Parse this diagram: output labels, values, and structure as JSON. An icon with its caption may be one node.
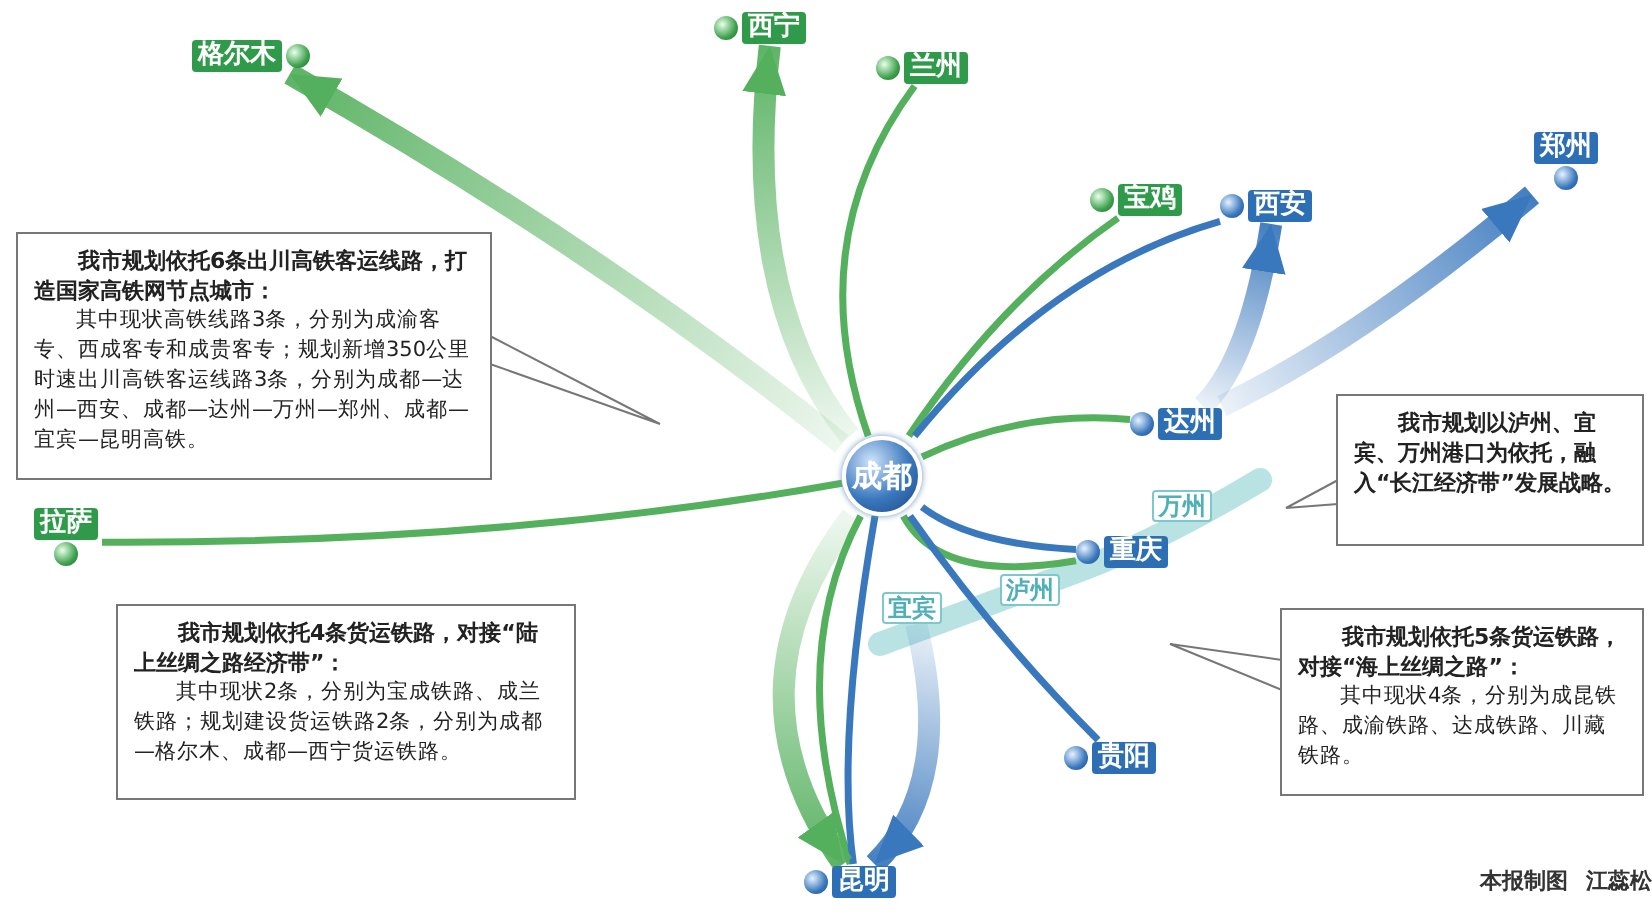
{
  "diagram": {
    "nodes": [
      {
        "text": [
          "成都"
        ]
      },
      {
        "text": [
          "格尔木"
        ]
      },
      {
        "text": [
          "西宁"
        ]
      },
      {
        "text": [
          "兰州"
        ]
      },
      {
        "text": [
          "宝鸡"
        ]
      },
      {
        "text": [
          "西安"
        ]
      },
      {
        "text": [
          "郑州"
        ]
      },
      {
        "text": [
          "达州"
        ]
      },
      {
        "text": [
          "万州"
        ]
      },
      {
        "text": [
          "重庆"
        ]
      },
      {
        "text": [
          "泸州"
        ]
      },
      {
        "text": [
          "宜宾"
        ]
      },
      {
        "text": [
          "拉萨"
        ]
      },
      {
        "text": [
          "贵阳"
        ]
      },
      {
        "text": [
          "昆明"
        ]
      },
      {
        "text": [
          "我市规划依托6条出川高铁客运线路，打造国家高铁网节点城市：",
          "其中现状高铁线路3条，分别为成渝客专、西成客专和成贵客专；规划新增350公里时速出川高铁客运线路3条，分别为成都—达州—西安、成都—达州—万州—郑州、成都—宜宾—昆明高铁。"
        ]
      },
      {
        "text": [
          "我市规划依托4条货运铁路，对接“陆上丝绸之路经济带”：",
          "其中现状2条，分别为宝成铁路、成兰铁路；规划建设货运铁路2条，分别为成都—格尔木、成都—西宁货运铁路。"
        ]
      },
      {
        "text": [
          "我市规划以泸州、宜宾、万州港口为依托，融入“长江经济带”发展战略。"
        ]
      },
      {
        "text": [
          "我市规划依托5条货运铁路，对接“海上丝绸之路”：",
          "其中现状4条，分别为成昆铁路、成渝铁路、达成铁路、川藏铁路。"
        ]
      }
    ],
    "edges": [
      {
        "from": 0,
        "to": 1,
        "arrow": "to",
        "style": "thick"
      },
      {
        "from": 0,
        "to": 2,
        "arrow": "to",
        "style": "thick"
      },
      {
        "from": 0,
        "to": 3,
        "arrow": "none"
      },
      {
        "from": 0,
        "to": 4,
        "arrow": "none"
      },
      {
        "from": 0,
        "to": 5,
        "arrow": "none",
        "color": "#3a78bd"
      },
      {
        "from": 7,
        "to": 5,
        "arrow": "to",
        "style": "thick",
        "color": "#3a78bd"
      },
      {
        "from": 7,
        "to": 6,
        "arrow": "to",
        "style": "thick",
        "color": "#3a78bd"
      },
      {
        "from": 0,
        "to": 7,
        "arrow": "none"
      },
      {
        "from": 0,
        "to": 9,
        "arrow": "none"
      },
      {
        "from": 0,
        "to": 9,
        "arrow": "none",
        "color": "#3a78bd"
      },
      {
        "from": 0,
        "to": 12,
        "arrow": "none"
      },
      {
        "from": 0,
        "to": 13,
        "arrow": "none",
        "color": "#3a78bd"
      },
      {
        "from": 0,
        "to": 14,
        "arrow": "none"
      },
      {
        "from": 0,
        "to": 14,
        "arrow": "none",
        "color": "#3a78bd"
      },
      {
        "from": 0,
        "to": 14,
        "arrow": "to",
        "style": "thick"
      },
      {
        "from": 11,
        "to": 14,
        "arrow": "to",
        "style": "thick",
        "color": "#3a78bd"
      }
    ],
    "labels": [
      "本报制图",
      "江蕊松"
    ]
  }
}
